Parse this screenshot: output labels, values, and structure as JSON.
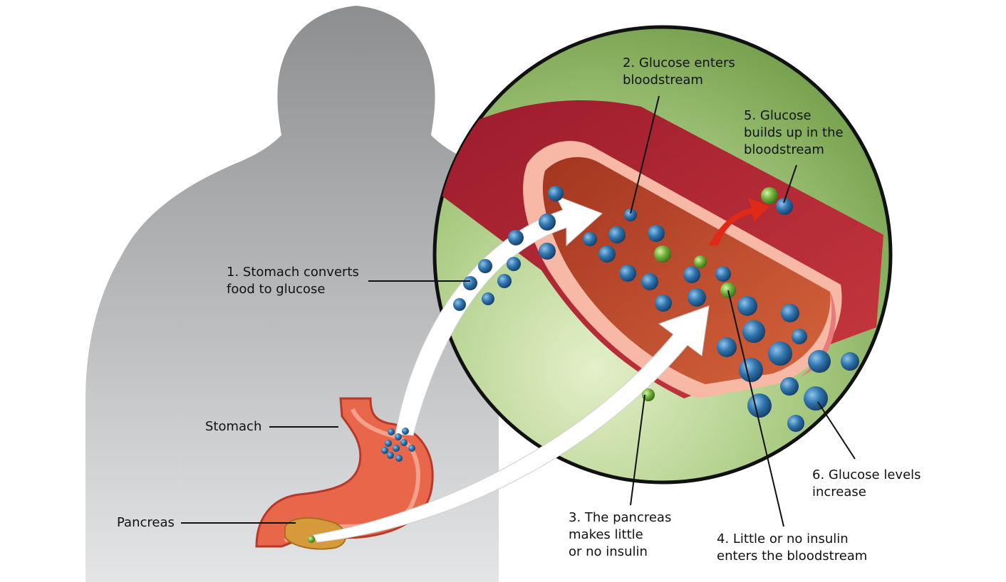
{
  "labels": {
    "step1": "1. Stomach converts\nfood to glucose",
    "step2": "2. Glucose enters\nbloodstream",
    "step3": "3. The pancreas\nmakes little\nor no insulin",
    "step4": "4. Little or no insulin\nenters the bloodstream",
    "step5": "5. Glucose\nbuilds up in the\nbloodstream",
    "step6": "6. Glucose levels\nincrease",
    "stomach": "Stomach",
    "pancreas": "Pancreas"
  },
  "colors": {
    "silhouette": "#9a9c9e",
    "magnifier_bg": "#a7c97f",
    "vessel_wall": "#b3263a",
    "vessel_inner": "#c8432e",
    "glucose": "#2e6fa8",
    "insulin": "#6fb03a",
    "stomach": "#e8664a",
    "pancreas": "#d79a3a",
    "arrow": "#ffffff",
    "red_arrow": "#e02a17"
  }
}
